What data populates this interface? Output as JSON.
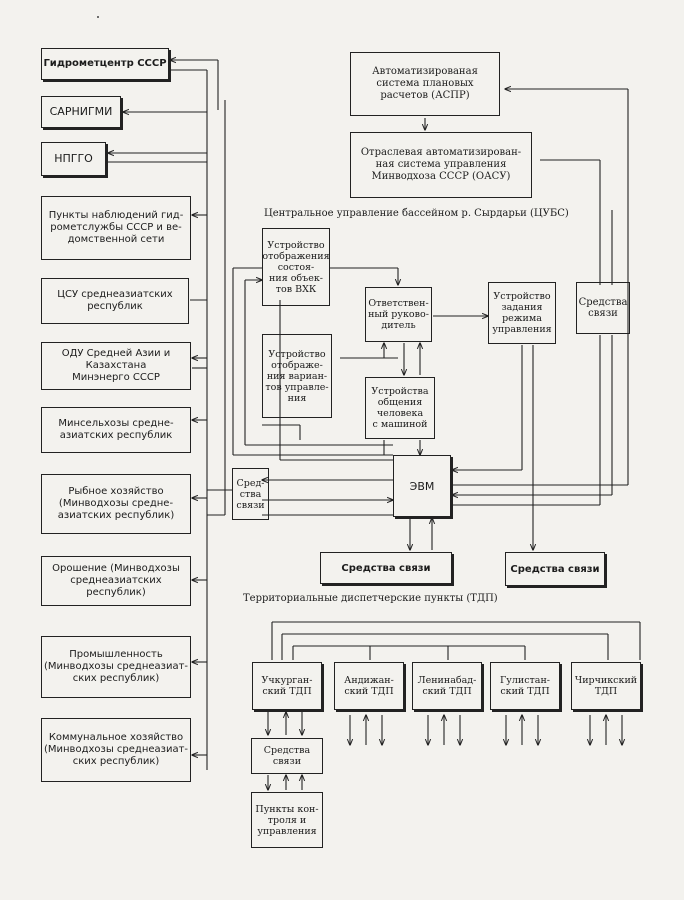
{
  "left_boxes": [
    "Гидрометцентр СССР",
    "САРНИГМИ",
    "НПГГО",
    "Пункты наблюдений гид-\nрометслужбы СССР и ве-\nдомственной сети",
    "ЦСУ среднеазиатских\nреспублик",
    "ОДУ Средней Азии и\nКазахстана\nМинэнерго СССР",
    "Минсельхозы средне-\nазиатских республик",
    "Рыбное хозяйство\n(Минводхозы средне-\nазиатских республик)",
    "Орошение (Минводхозы\nсреднеазиатских республик)",
    "Промышленность\n(Минводхозы среднеазиат-\nских республик)",
    "Коммунальное хозяйство\n(Минводхозы среднеазиат-\nских республик)"
  ],
  "top_right": {
    "aspr": "Автоматизированая\nсистема плановых\nрасчетов (АСПР)",
    "oasu": "Отраслевая автоматизирован-\nная система управления\nМинводхоза СССР (ОАСУ)"
  },
  "center": {
    "caption": "Центральное управление бассейном р. Сырдарьи (ЦУБС)",
    "display_state": "Устройство\nотображения состоя-\nния объек-\nтов ВХК",
    "responsible": "Ответствен-\nный руково-\nдитель",
    "regime": "Устройство\nзадания\nрежима\nуправления",
    "comm_right": "Средства\nсвязи",
    "display_variants": "Устройство\nотображе-\nния вариан-\nтов управле-\nния",
    "human_machine": "Устройства\nобщения\nчеловека\nс машиной",
    "comm_left": "Сред-\nства\nсвязи",
    "evm": "ЭВМ",
    "comm_bottom1": "Средства связи",
    "comm_bottom2": "Средства связи"
  },
  "tdp": {
    "caption": "Территориальные диспетчерские пункты (ТДП)",
    "points": [
      "Учкурган-\nский ТДП",
      "Андижан-\nский ТДП",
      "Ленинабад-\nский ТДП",
      "Гулистан-\nский ТДП",
      "Чирчикский\nТДП"
    ],
    "comm": "Средства\nсвязи",
    "control": "Пункты кон-\nтроля и\nуправления"
  }
}
